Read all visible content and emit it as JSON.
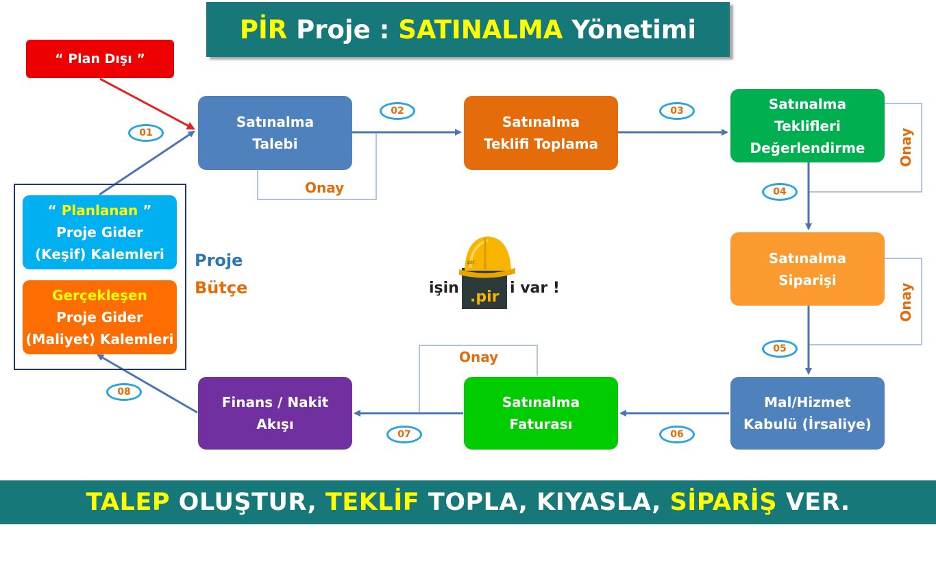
{
  "title": {
    "part1": "PİR",
    "part2": " Proje : ",
    "part3": "SATINALMA",
    "part4": " Yönetimi"
  },
  "plan_disi": "“ Plan Dışı ”",
  "planned": {
    "q1": "“ ",
    "highlight": "Planlanan",
    "q2": " ”",
    "line2": "Proje Gider",
    "line3": "(Keşif) Kalemleri"
  },
  "realized": {
    "highlight": "Gerçekleşen",
    "line2": "Proje Gider",
    "line3": "(Maliyet) Kalemleri"
  },
  "budget": {
    "line1": "Proje",
    "line2": "Bütçe"
  },
  "steps": {
    "talep": [
      "Satınalma",
      "Talebi"
    ],
    "teklif": [
      "Satınalma",
      "Teklifi Toplama"
    ],
    "degerlendirme": [
      "Satınalma",
      "Teklifleri",
      "Değerlendirme"
    ],
    "siparis": [
      "Satınalma",
      "Siparişi"
    ],
    "kabul": [
      "Mal/Hizmet",
      "Kabulü (İrsaliye)"
    ],
    "fatura": [
      "Satınalma",
      "Faturası"
    ],
    "finans": [
      "Finans / Nakit",
      "Akışı"
    ]
  },
  "badges": [
    "01",
    "02",
    "03",
    "04",
    "05",
    "06",
    "07",
    "08"
  ],
  "onay_label": "Onay",
  "logo": {
    "left": "işin",
    "brand": ".pir",
    "right": "i var !",
    "helmet_text": "pir"
  },
  "bottom": {
    "w1": "TALEP",
    "w2": " OLUŞTUR, ",
    "w3": "TEKLİF",
    "w4": " TOPLA, KIYASLA, ",
    "w5": "SİPARİŞ",
    "w6": " VER."
  },
  "colors": {
    "teal": "#167878",
    "yellow": "#ffff00",
    "orange_text": "#e36c0a",
    "blue_text": "#2e75b6",
    "arrow": "#4a74b4",
    "red_arrow": "#e32020"
  }
}
